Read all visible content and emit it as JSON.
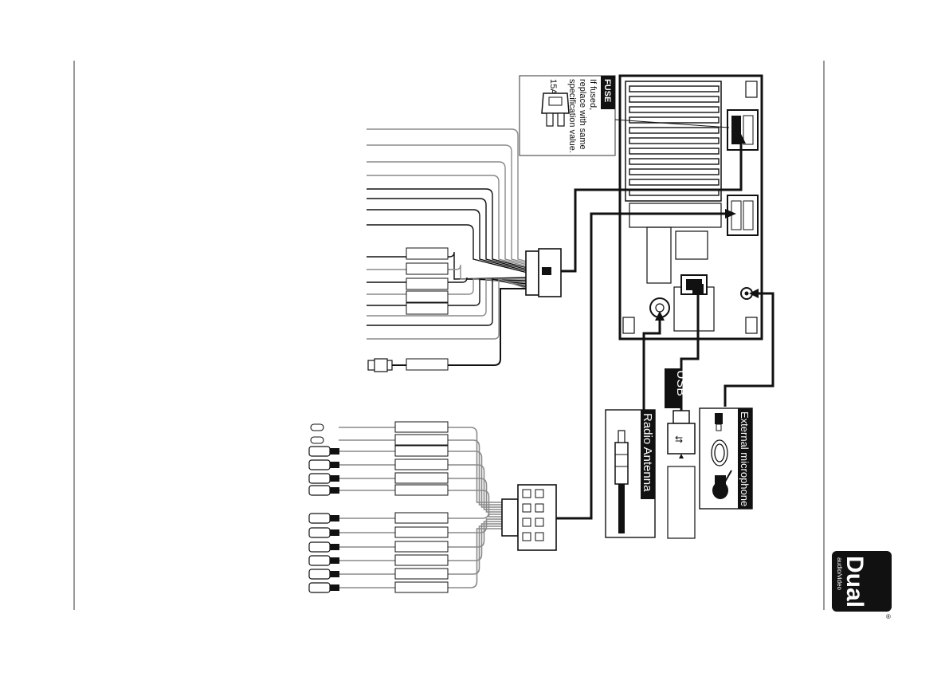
{
  "fuse": {
    "heading": "FUSE",
    "line1": "If fused,",
    "line2": "replace with same",
    "line3": "specification value.",
    "rating": "15A",
    "icon": "fuse-icon"
  },
  "labels": {
    "usb": "USB",
    "radio_antenna": "Radio Antenna",
    "external_microphone": "External microphone"
  },
  "logo": {
    "brand": "Dual",
    "sub": "audio/video",
    "mark": "®"
  },
  "colors": {
    "line": "#111111",
    "wire_gray": "#8a8a8a",
    "border_gray": "#9a9a9a",
    "label_bg": "#111111",
    "label_text": "#ffffff"
  }
}
